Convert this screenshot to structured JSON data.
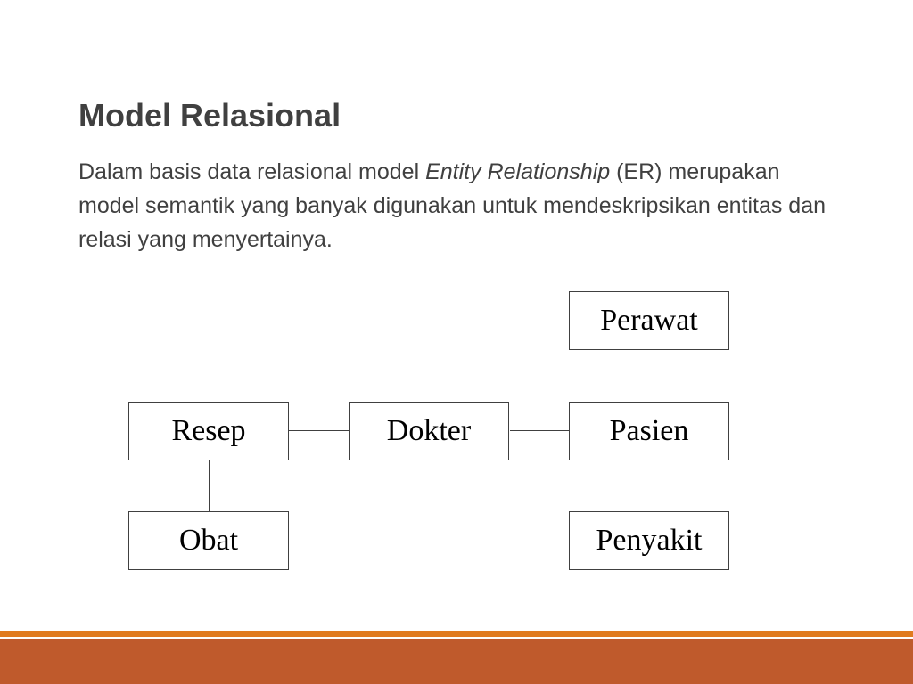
{
  "slide": {
    "title": "Model Relasional",
    "body_part1": "Dalam basis data relasional model ",
    "body_italic": "Entity Relationship",
    "body_part2": " (ER) merupakan model semantik yang banyak digunakan untuk mendeskripsikan entitas dan relasi yang menyertainya."
  },
  "diagram": {
    "entities": {
      "perawat": "Perawat",
      "resep": "Resep",
      "dokter": "Dokter",
      "pasien": "Pasien",
      "obat": "Obat",
      "penyakit": "Penyakit"
    },
    "relations": [
      [
        "Resep",
        "Dokter"
      ],
      [
        "Dokter",
        "Pasien"
      ],
      [
        "Perawat",
        "Pasien"
      ],
      [
        "Resep",
        "Obat"
      ],
      [
        "Pasien",
        "Penyakit"
      ]
    ]
  },
  "theme": {
    "accent_line": "#E07B1F",
    "accent_band": "#BF5A2C",
    "text": "#404040"
  }
}
